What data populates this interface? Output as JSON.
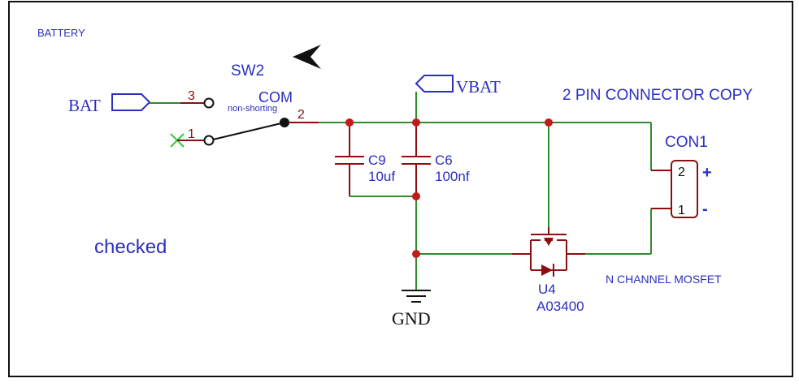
{
  "sheet": {
    "title": "BATTERY",
    "status_note": "checked",
    "connector_section_title": "2 PIN CONNECTOR COPY",
    "mosfet_note": "N CHANNEL MOSFET"
  },
  "switch": {
    "ref": "SW2",
    "common_label": "COM",
    "type_label": "non-shorting",
    "pin_common": "2",
    "pin_top": "3",
    "pin_bottom": "1"
  },
  "nets": {
    "battery": "BAT",
    "vbat": "VBAT",
    "ground": "GND"
  },
  "capacitors": [
    {
      "ref": "C9",
      "value": "10uf"
    },
    {
      "ref": "C6",
      "value": "100nf"
    }
  ],
  "connector": {
    "ref": "CON1",
    "pin_top": "2",
    "pin_bottom": "1",
    "plus": "+",
    "minus": "-"
  },
  "mosfet": {
    "ref": "U4",
    "part": "A03400"
  },
  "colors": {
    "wire": "#2e8b2e",
    "component": "#8a1010",
    "junction": "#c41a1a",
    "label": "#2b2fbf",
    "no_connect": "#3cc43c"
  }
}
